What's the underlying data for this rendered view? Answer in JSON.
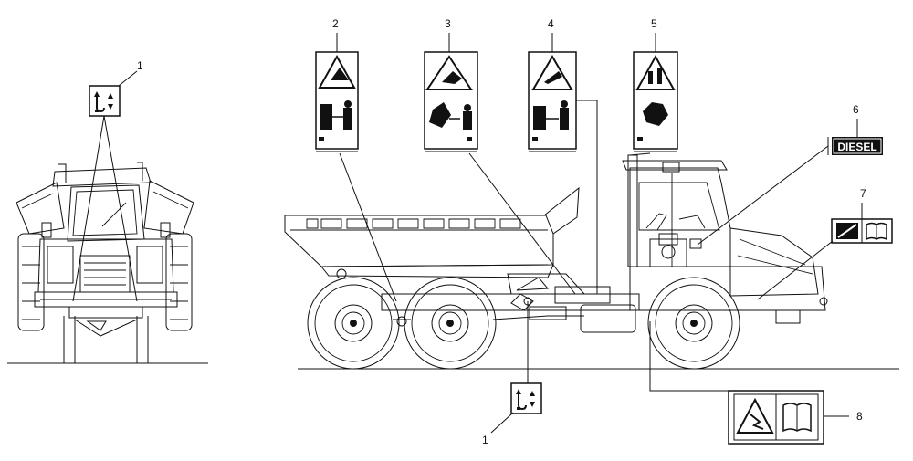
{
  "diagram": {
    "callouts": {
      "front_1": "1",
      "c2": "2",
      "c3": "3",
      "c4": "4",
      "c5": "5",
      "c6": "6",
      "c7": "7",
      "c8": "8",
      "bottom_1": "1"
    },
    "decals": {
      "diesel_text": "DIESEL"
    }
  }
}
